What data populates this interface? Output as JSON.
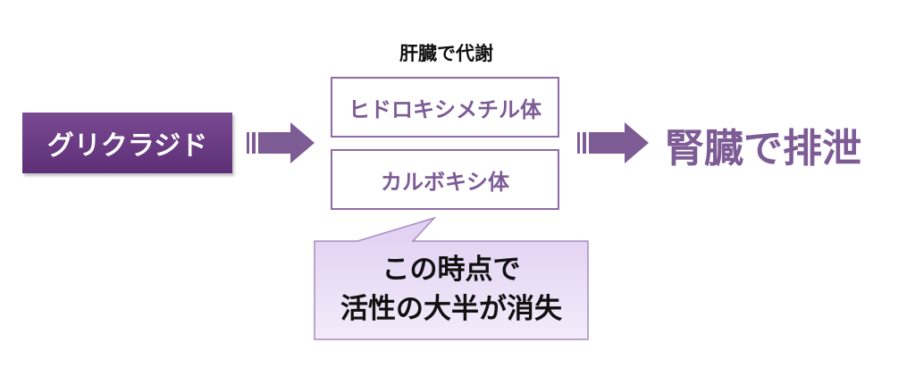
{
  "drug": {
    "label": "グリクラジド"
  },
  "liver": {
    "label": "肝臓で代謝"
  },
  "metabolites": [
    {
      "label": "ヒドロキシメチル体"
    },
    {
      "label": "カルボキシ体"
    }
  ],
  "excretion": {
    "label": "腎臓で排泄"
  },
  "callout": {
    "line1": "この時点で",
    "line2": "活性の大半が消失"
  },
  "colors": {
    "purple_dark": "#5c2f76",
    "purple_mid": "#7d5c96",
    "purple_light": "#e8dcf4",
    "arrow": "#7d5c96"
  }
}
